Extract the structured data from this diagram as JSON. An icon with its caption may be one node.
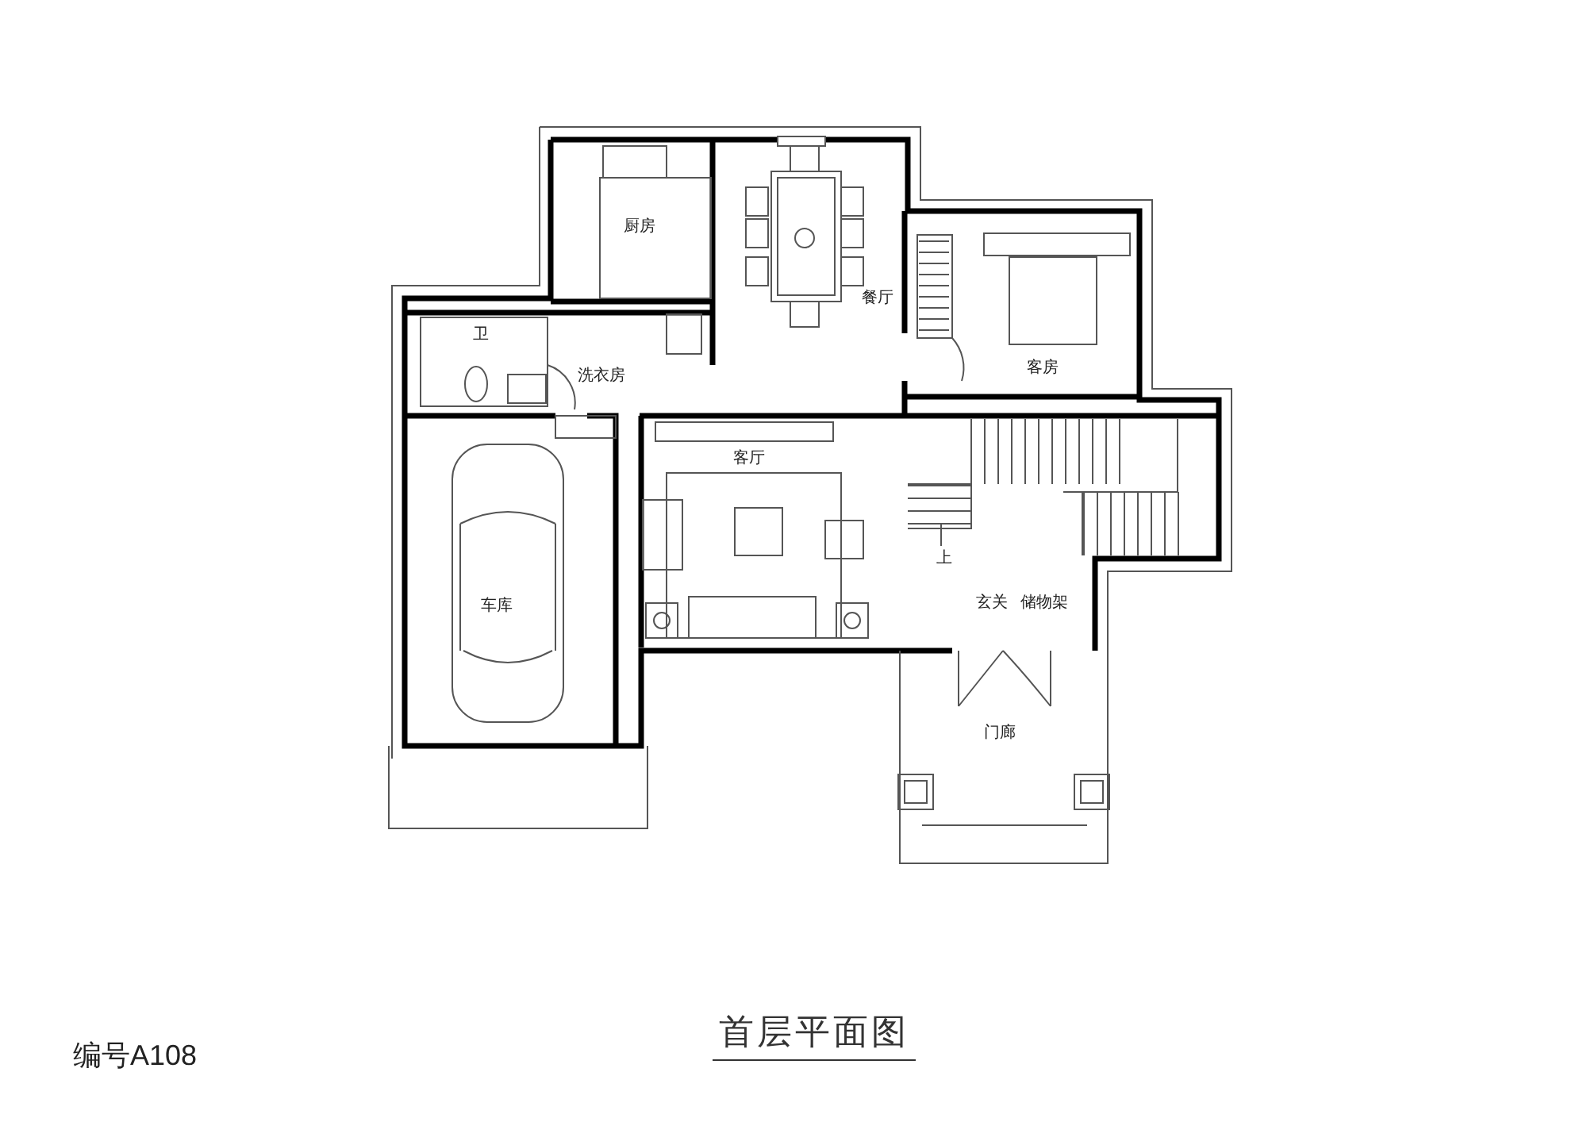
{
  "diagram": {
    "title": "首层平面图",
    "labels": [
      "厨房",
      "餐厅",
      "客房",
      "卫",
      "洗衣房",
      "客厅",
      "车库",
      "上",
      "玄关",
      "储物架",
      "门廊",
      "编号A108"
    ]
  }
}
